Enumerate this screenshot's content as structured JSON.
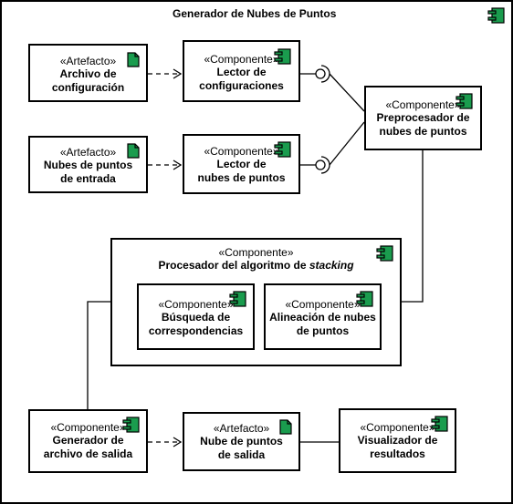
{
  "diagram": {
    "title": "Generador de Nubes de Puntos",
    "nodes": {
      "archivo_config": {
        "stereotype": "«Artefacto»",
        "lines": [
          "Archivo de",
          "configuración"
        ]
      },
      "lector_config": {
        "stereotype": "«Componente»",
        "lines": [
          "Lector de",
          "configuraciones"
        ]
      },
      "nubes_entrada": {
        "stereotype": "«Artefacto»",
        "lines": [
          "Nubes de puntos",
          "de entrada"
        ]
      },
      "lector_nubes": {
        "stereotype": "«Componente»",
        "lines": [
          "Lector de",
          "nubes de puntos"
        ]
      },
      "preprocesador": {
        "stereotype": "«Componente»",
        "lines": [
          "Preprocesador de",
          "nubes de puntos"
        ]
      },
      "procesador": {
        "stereotype": "«Componente»",
        "name_prefix": "Procesador del algoritmo de ",
        "name_italic": "stacking"
      },
      "busqueda": {
        "stereotype": "«Componente»",
        "lines": [
          "Búsqueda de",
          "correspondencias"
        ]
      },
      "alineacion": {
        "stereotype": "«Componente»",
        "lines": [
          "Alineación de nubes",
          "de puntos"
        ]
      },
      "generador_salida": {
        "stereotype": "«Componente»",
        "lines": [
          "Generador de",
          "archivo de salida"
        ]
      },
      "nube_salida": {
        "stereotype": "«Artefacto»",
        "lines": [
          "Nube de puntos",
          "de salida"
        ]
      },
      "visualizador": {
        "stereotype": "«Componente»",
        "lines": [
          "Visualizador de",
          "resultados"
        ]
      }
    },
    "colors": {
      "component_icon": "#1a9c4e",
      "line": "#000000",
      "background": "#ffffff"
    },
    "icons": {
      "component": "component-icon",
      "artifact": "artifact-icon"
    }
  }
}
